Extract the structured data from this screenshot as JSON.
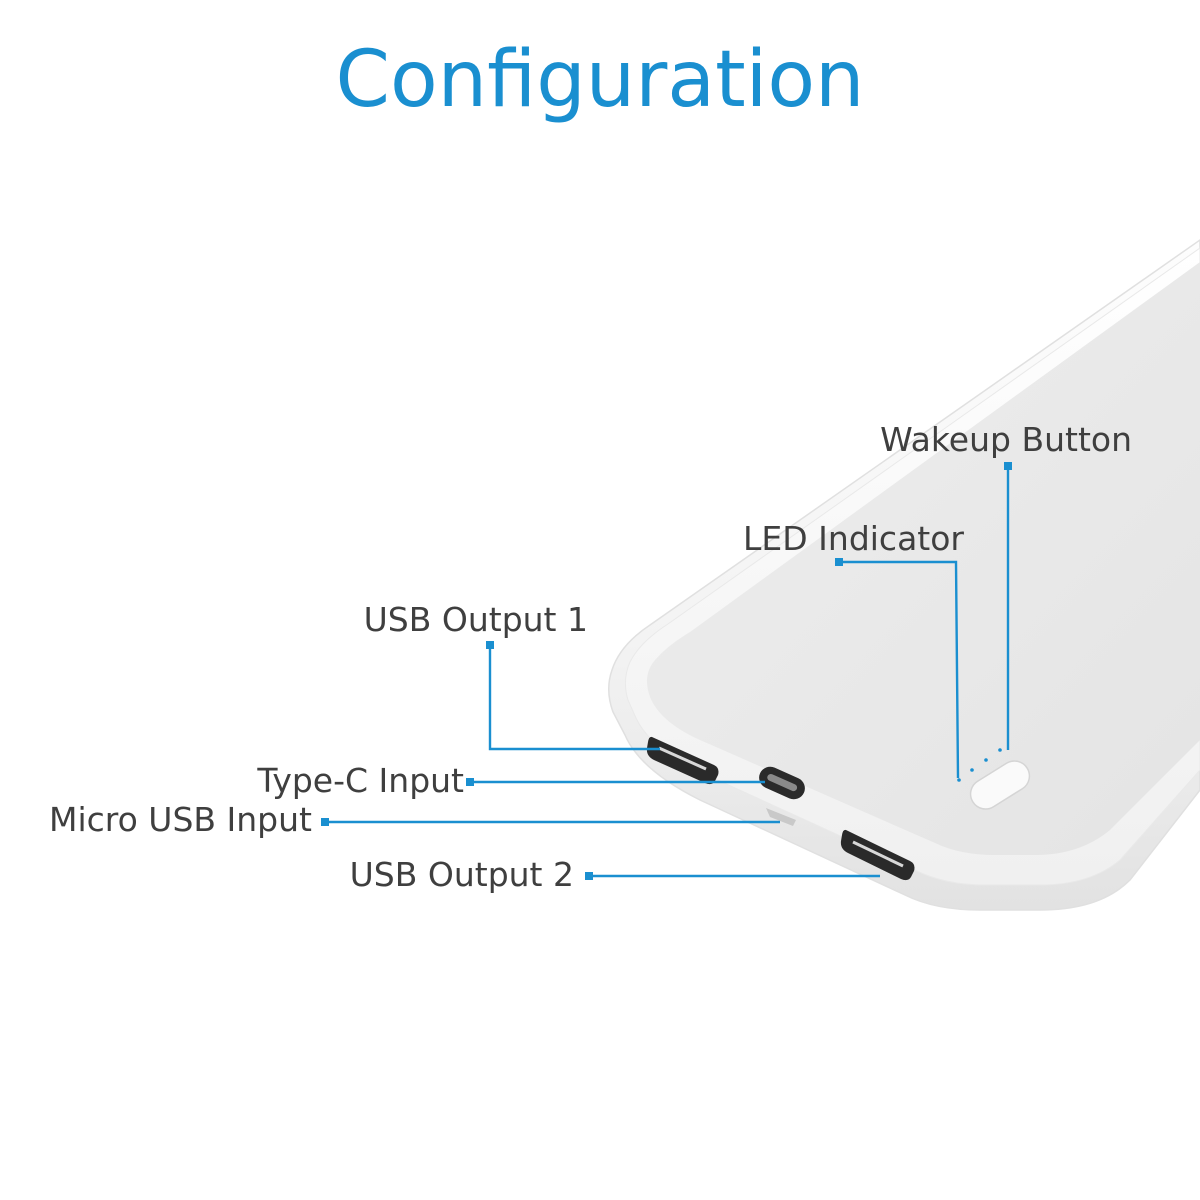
{
  "title": "Configuration",
  "colors": {
    "title": "#1a8fd0",
    "leader": "#1a8fd0",
    "label": "#3f3f3f",
    "body_top": "#e6e6e6",
    "body_frame": "#f6f6f6",
    "port": "#2a2a2a"
  },
  "callouts": {
    "wakeup_button": "Wakeup Button",
    "led_indicator": "LED Indicator",
    "usb_output_1": "USB Output 1",
    "type_c_input": "Type-C Input",
    "micro_usb_input": "Micro USB Input",
    "usb_output_2": "USB Output 2"
  }
}
